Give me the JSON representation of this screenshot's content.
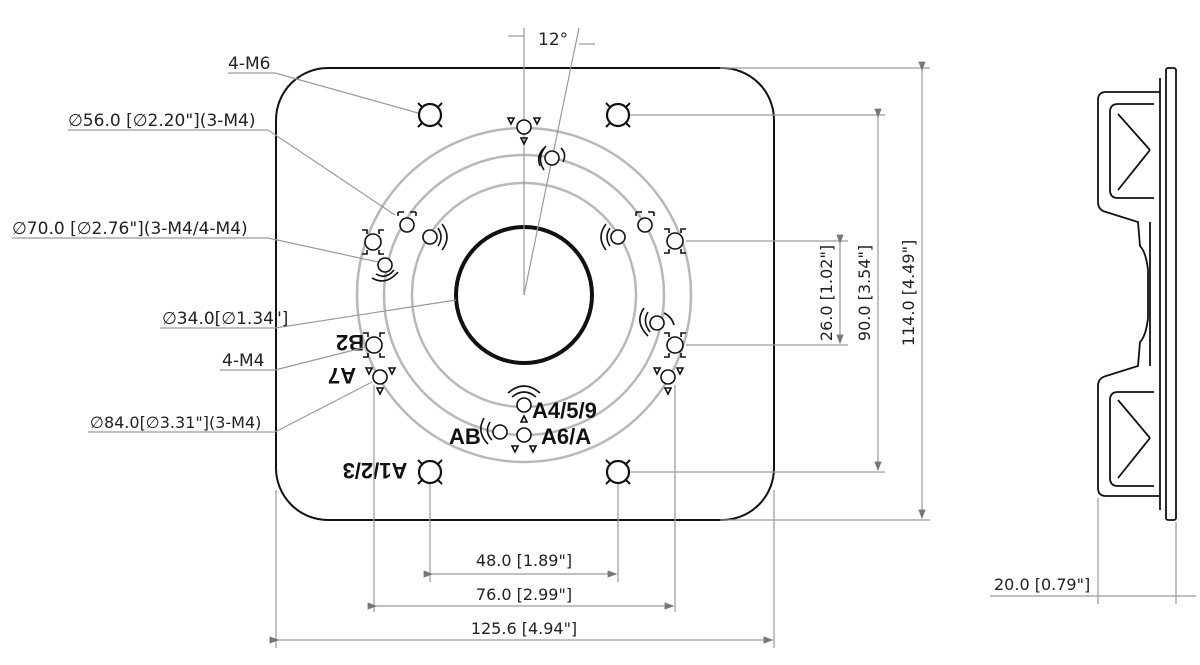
{
  "labels": {
    "angle": "12°",
    "m6": "4-M6",
    "d56": "∅56.0 [∅2.20\"](3-M4)",
    "d70": "∅70.0 [∅2.76\"](3-M4/4-M4)",
    "d34": "∅34.0[∅1.34\"]",
    "m4": "4-M4",
    "d84": "∅84.0[∅3.31\"](3-M4)"
  },
  "marks": {
    "b2": "B2",
    "a7": "A7",
    "a459": "A4/5/9",
    "ab": "AB",
    "a6a": "A6/A",
    "a123": "A1/2/3"
  },
  "dimensions": {
    "w48": "48.0 [1.89\"]",
    "w76": "76.0 [2.99\"]",
    "w1256": "125.6 [4.94\"]",
    "h26": "26.0 [1.02\"]",
    "h90": "90.0 [3.54\"]",
    "h114": "114.0 [4.49\"]",
    "depth20": "20.0 [0.79\"]"
  }
}
